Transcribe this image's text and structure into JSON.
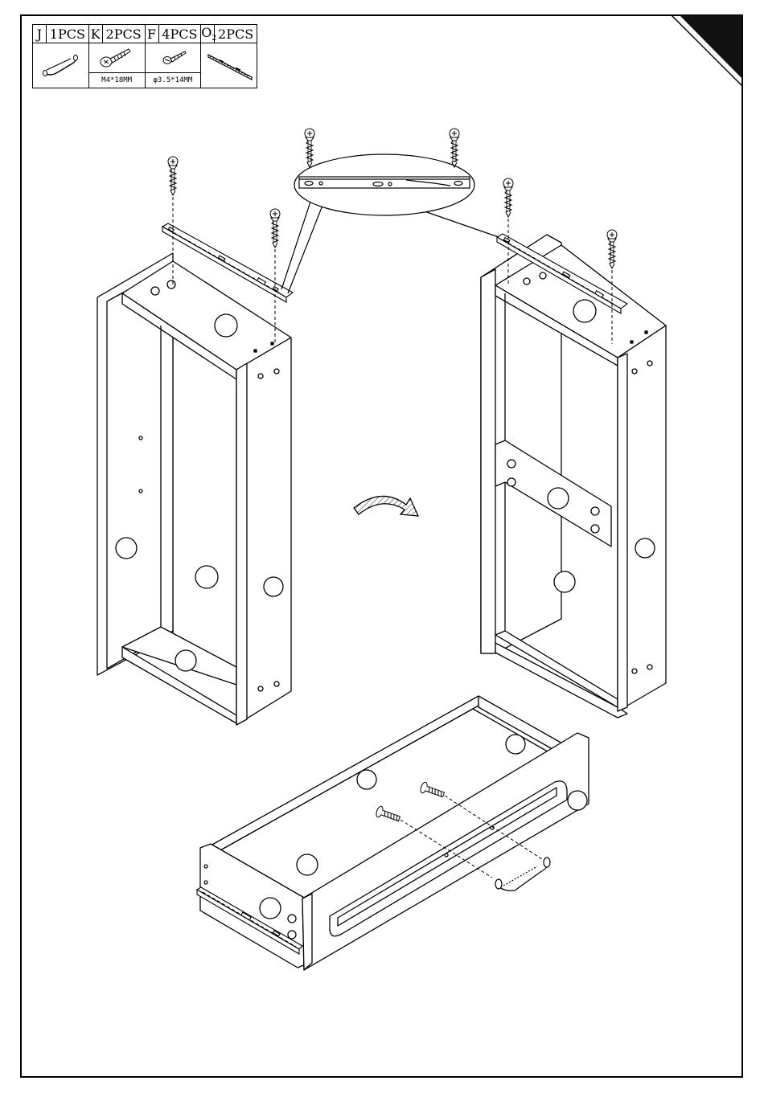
{
  "parts": [
    {
      "letter": "J",
      "qty": "1PCS",
      "icon": "handle-icon",
      "spec": ""
    },
    {
      "letter": "K",
      "qty": "2PCS",
      "icon": "screw-large-icon",
      "spec": "M4*18MM"
    },
    {
      "letter": "F",
      "qty": "4PCS",
      "icon": "screw-small-icon",
      "spec": "φ3.5*14MM"
    },
    {
      "letter": "O",
      "letter_sub": "2",
      "qty": "2PCS",
      "icon": "drawer-rail-icon",
      "spec": ""
    }
  ],
  "screw_labels": {
    "small": "F"
  },
  "colors": {
    "line": "#000000",
    "corner_tab": "#111111"
  }
}
